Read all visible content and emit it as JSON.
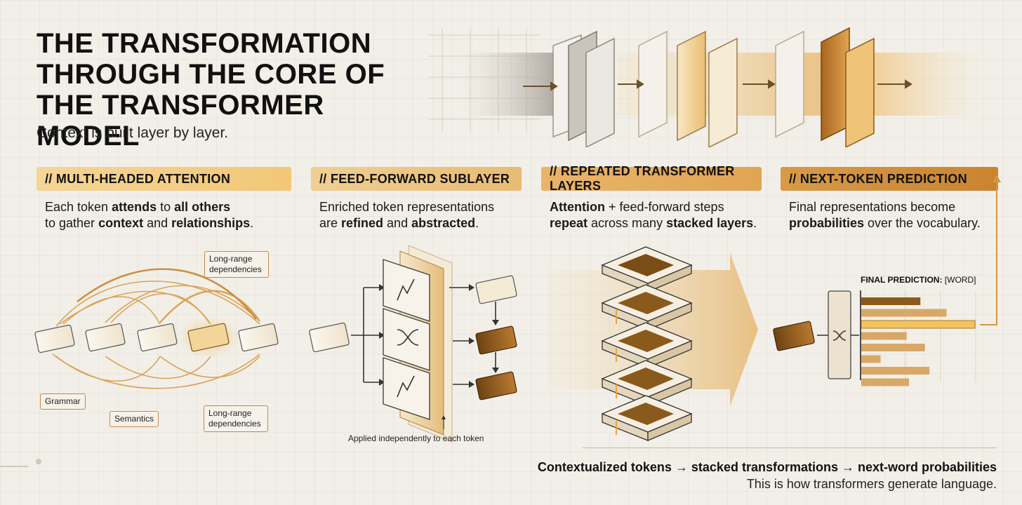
{
  "title_lines": [
    "THE TRANSFORMATION",
    "THROUGH THE CORE OF",
    "THE TRANSFORMER MODEL"
  ],
  "subtitle": "Context is built layer by layer.",
  "sections": [
    {
      "header": "// MULTI-HEADED ATTENTION",
      "desc": [
        [
          {
            "t": "Each token "
          },
          {
            "t": "attends",
            "b": true
          },
          {
            "t": " to "
          },
          {
            "t": "all others",
            "b": true
          }
        ],
        [
          {
            "t": "to gather "
          },
          {
            "t": "context",
            "b": true
          },
          {
            "t": " and "
          },
          {
            "t": "relationships",
            "b": true
          },
          {
            "t": "."
          }
        ]
      ]
    },
    {
      "header": "// FEED-FORWARD SUBLAYER",
      "desc": [
        [
          {
            "t": "Enriched token representations"
          }
        ],
        [
          {
            "t": "are "
          },
          {
            "t": "refined",
            "b": true
          },
          {
            "t": " and "
          },
          {
            "t": "abstracted",
            "b": true
          },
          {
            "t": "."
          }
        ]
      ]
    },
    {
      "header": "// REPEATED TRANSFORMER LAYERS",
      "desc": [
        [
          {
            "t": "Attention",
            "b": true
          },
          {
            "t": " + feed-forward steps"
          }
        ],
        [
          {
            "t": "repeat",
            "b": true
          },
          {
            "t": " across many "
          },
          {
            "t": "stacked layers",
            "b": true
          },
          {
            "t": "."
          }
        ]
      ]
    },
    {
      "header": "// NEXT-TOKEN PREDICTION",
      "desc": [
        [
          {
            "t": "Final representations become"
          }
        ],
        [
          {
            "t": "probabilities",
            "b": true
          },
          {
            "t": " over the vocabulary."
          }
        ]
      ]
    }
  ],
  "attention_labels": {
    "long_range_top": [
      "Long-range",
      "dependencies"
    ],
    "grammar": "Grammar",
    "semantics": "Semantics",
    "long_range_bottom": [
      "Long-range",
      "dependencies"
    ]
  },
  "ffn_note": "Applied independently to each token",
  "final_prediction": {
    "label_bold": "FINAL PREDICTION:",
    "label_rest": " [WORD]",
    "bar_values": [
      0.52,
      0.75,
      1.0,
      0.4,
      0.56,
      0.17,
      0.6,
      0.42
    ]
  },
  "summary": {
    "line1": "Contextualized tokens → stacked transformations → next-word probabilities",
    "line2": "This is how transformers generate language."
  },
  "colors": {
    "accent": "#e0a04a",
    "dark_gold": "#8a5a1c",
    "line": "#333333"
  },
  "icons": {
    "ffn_block_1": "curve-icon",
    "ffn_block_2": "shuffle-icon",
    "ffn_block_3": "curve-icon",
    "prediction_block": "shuffle-icon"
  }
}
